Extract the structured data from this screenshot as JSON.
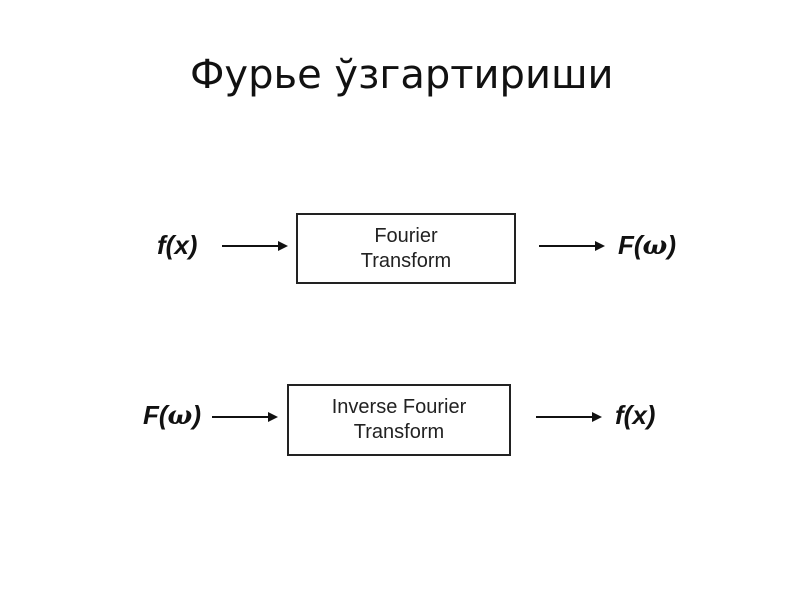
{
  "slide": {
    "title": "Фурье ўзгартириши"
  },
  "forward": {
    "input": {
      "main": "f(x)",
      "pre": "",
      "symbol": "",
      "post": ""
    },
    "box_line1": "Fourier",
    "box_line2": "Transform",
    "output": {
      "pre": "F(",
      "symbol": "ω",
      "post": ")"
    }
  },
  "inverse": {
    "input": {
      "pre": "F(",
      "symbol": "ω",
      "post": ")"
    },
    "box_line1": "Inverse Fourier",
    "box_line2": "Transform",
    "output": {
      "main": "f(x)"
    }
  },
  "colors": {
    "background": "#ffffff",
    "ink": "#111111"
  }
}
